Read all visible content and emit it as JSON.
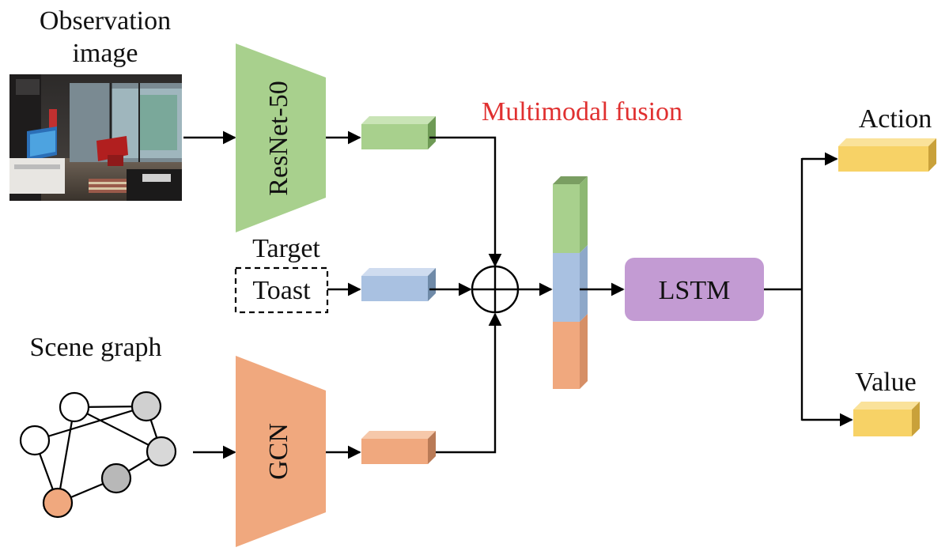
{
  "labels": {
    "observation_line1": "Observation",
    "observation_line2": "image",
    "resnet": "ResNet-50",
    "multimodal_fusion": "Multimodal fusion",
    "target": "Target",
    "toast": "Toast",
    "scene_graph": "Scene graph",
    "gcn": "GCN",
    "lstm": "LSTM",
    "action": "Action",
    "value": "Value"
  },
  "colors": {
    "green": "#a8d08d",
    "blue": "#a9c1e1",
    "orange": "#f0a87e",
    "purple": "#c39bd3",
    "yellow": "#f7d266",
    "fusion_text": "#e03030",
    "node_grey": "#d0d0d0",
    "node_dark_grey": "#b8b8b8",
    "node_orange": "#f0a87e"
  },
  "icons": {
    "observation_image": "room-photo-icon",
    "fusion_operator": "circle-plus-icon"
  }
}
